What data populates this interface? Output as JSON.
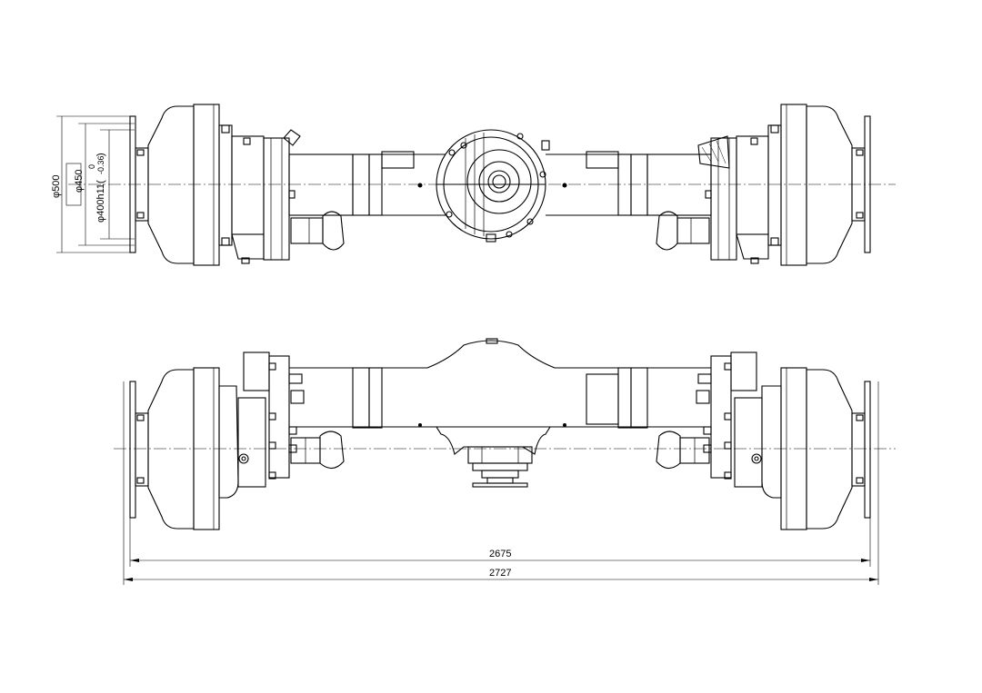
{
  "drawing": {
    "dimensions": {
      "dia_500": "φ500",
      "dia_450": "φ450",
      "dia_400": "φ400h11(",
      "tol_upper": "0",
      "tol_lower": "-0.36",
      "tol_close": ")",
      "length_inner": "2675",
      "length_outer": "2727"
    }
  }
}
